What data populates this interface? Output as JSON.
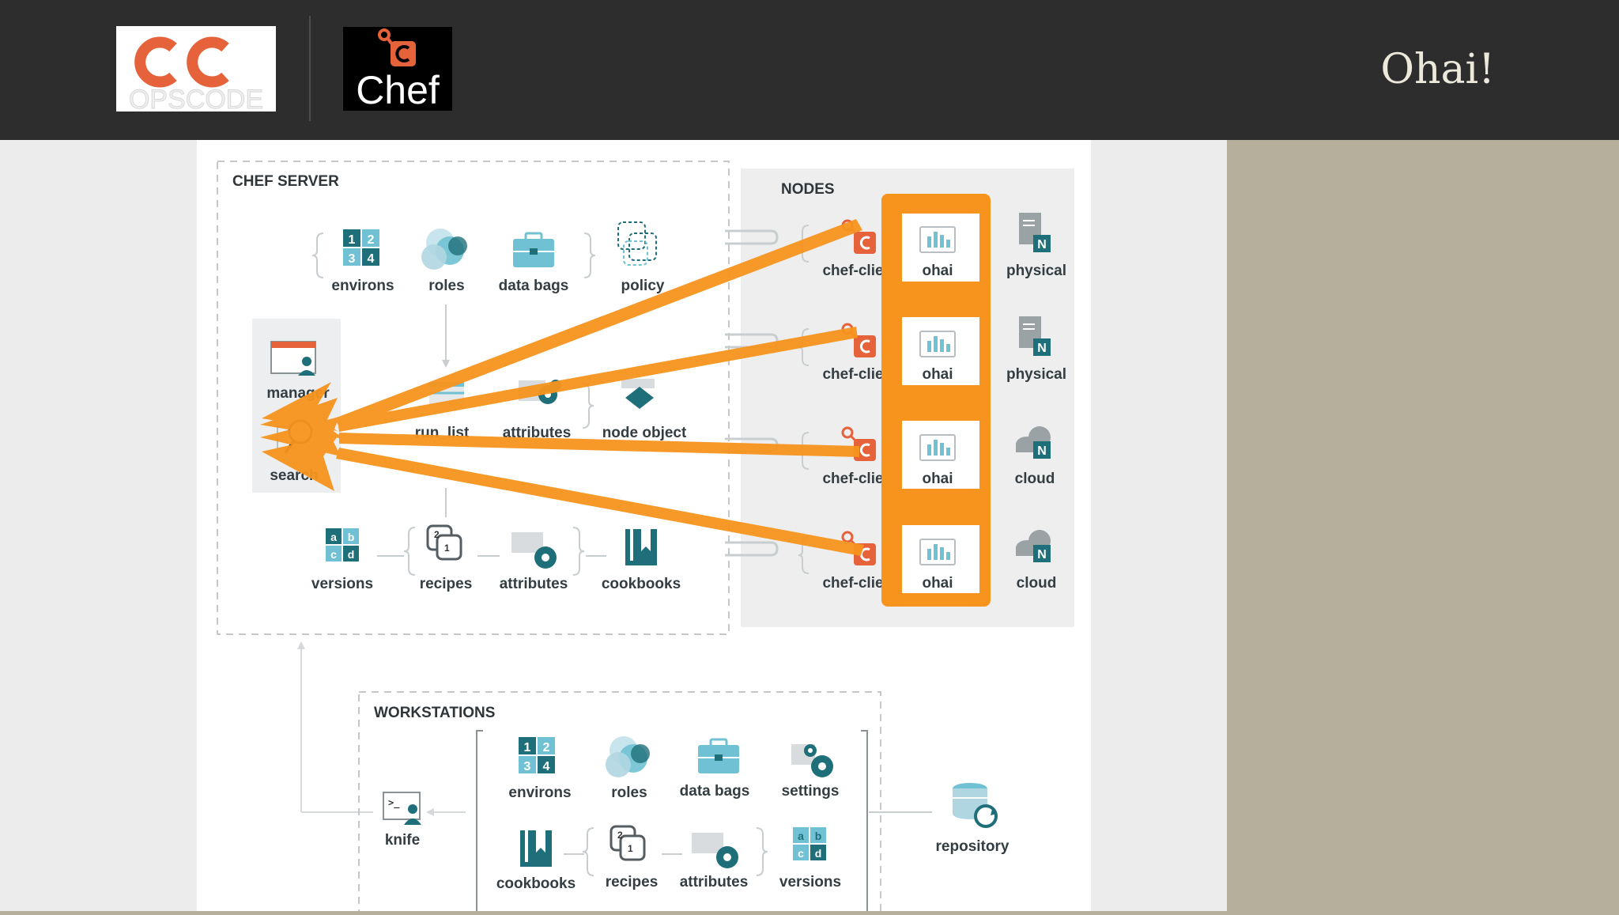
{
  "header": {
    "opscode_wordmark": "OPSCODE",
    "chef_wordmark": "Chef",
    "title": "Ohai!"
  },
  "diagram": {
    "chef_server": {
      "title": "CHEF SERVER",
      "top_row": [
        "environs",
        "roles",
        "data bags",
        "policy"
      ],
      "manager": "manager",
      "search": "search",
      "middle_row": [
        "run_list",
        "attributes",
        "node object"
      ],
      "bottom_row": [
        "versions",
        "recipes",
        "attributes",
        "cookbooks"
      ]
    },
    "nodes": {
      "title": "NODES",
      "client_label": "chef-clie",
      "ohai_label": "ohai",
      "types": [
        "physical",
        "physical",
        "cloud",
        "cloud"
      ]
    },
    "workstations": {
      "title": "WORKSTATIONS",
      "knife": "knife",
      "top_row": [
        "environs",
        "roles",
        "data bags",
        "settings"
      ],
      "bottom_row": [
        "cookbooks",
        "recipes",
        "attributes",
        "versions"
      ],
      "repository": "repository"
    }
  },
  "colors": {
    "highlight_orange": "#f7941d",
    "chef_orange": "#e5623a",
    "teal": "#1f6f7a",
    "light_teal": "#6fc1d3",
    "header_bg": "#2d2d2d",
    "side_bg": "#b5af9c"
  }
}
